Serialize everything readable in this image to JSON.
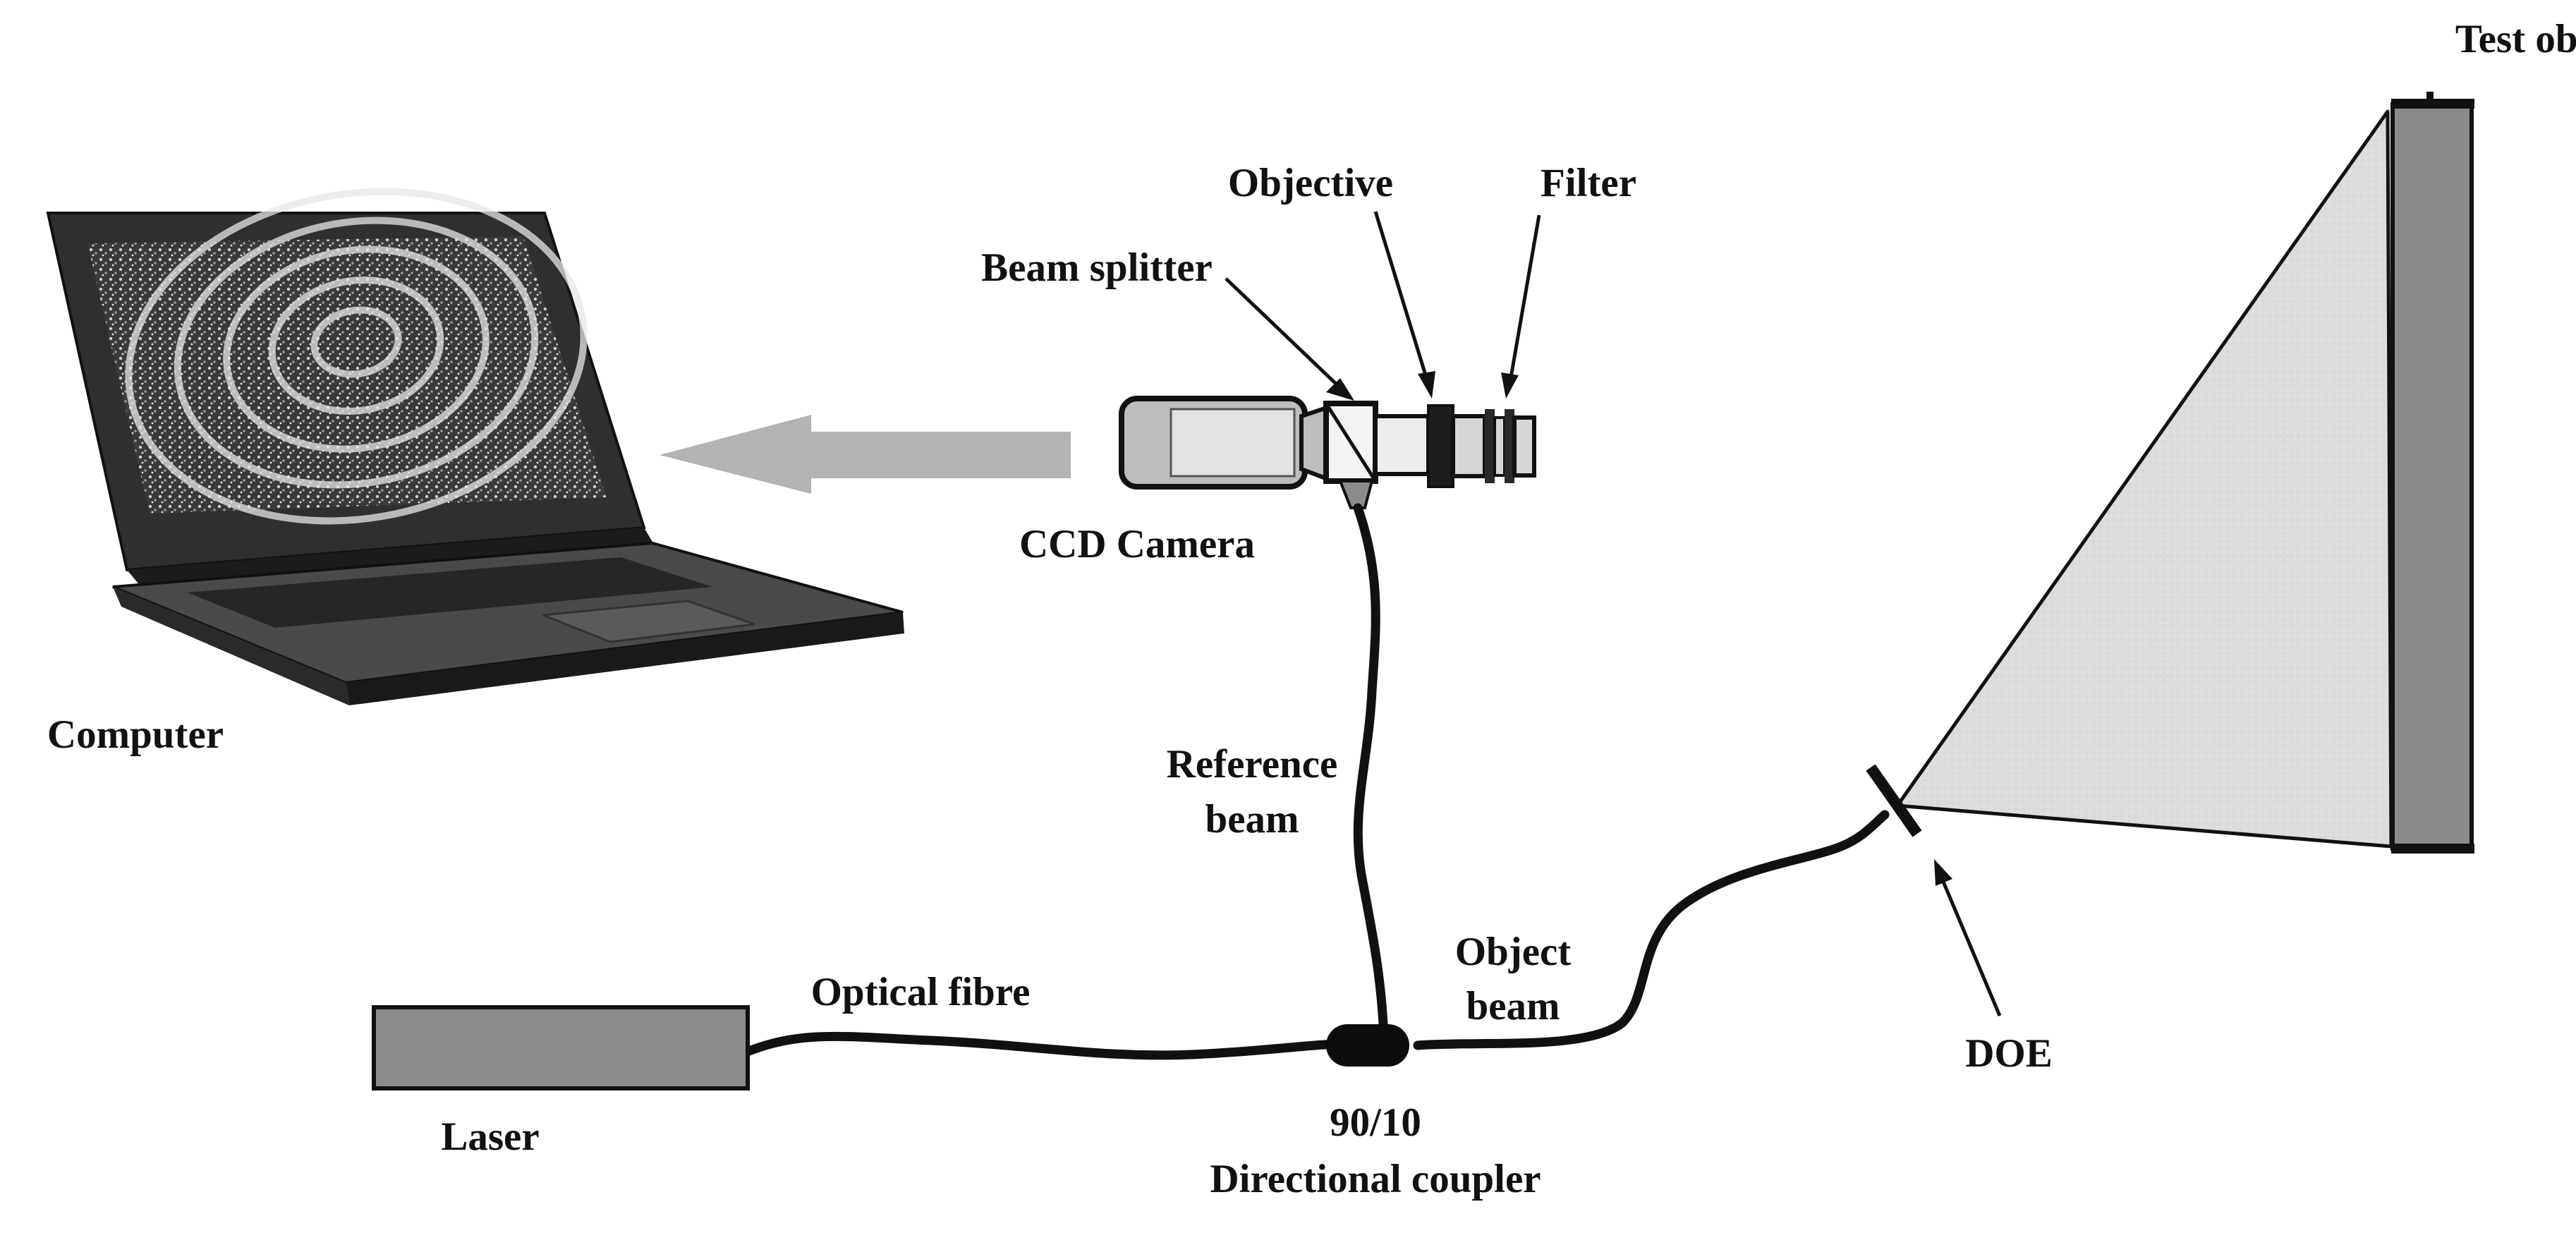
{
  "labels": {
    "test_object": "Test object",
    "objective": "Objective",
    "filter": "Filter",
    "beam_splitter": "Beam splitter",
    "ccd_camera": "CCD Camera",
    "computer": "Computer",
    "reference_beam_line1": "Reference",
    "reference_beam_line2": "beam",
    "object_beam_line1": "Object",
    "object_beam_line2": "beam",
    "optical_fibre": "Optical fibre",
    "laser": "Laser",
    "doe": "DOE",
    "coupler_ratio": "90/10",
    "coupler_name": "Directional coupler"
  },
  "colors": {
    "ink": "#111111",
    "laser_body": "#8c8c8c",
    "test_object": "#8a8a8a",
    "beam_cone": "#dcdcdc",
    "data_arrow": "#b3b3b3",
    "camera_body": "#bdbdbd",
    "laptop_body": "#2f2f2f"
  },
  "icons": {
    "laptop": "laptop-icon",
    "camera": "ccd-camera-icon",
    "laser": "laser-source-icon",
    "coupler": "fibre-coupler-icon"
  }
}
